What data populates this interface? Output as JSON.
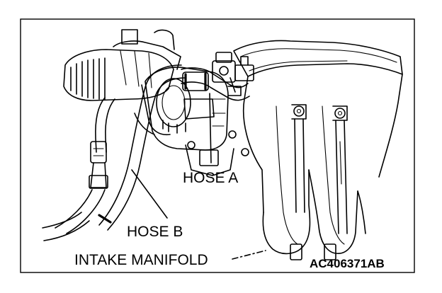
{
  "labels": {
    "hose_a": "HOSE A",
    "hose_b": "HOSE B",
    "intake_manifold": "INTAKE MANIFOLD",
    "figure_code": "AC406371AB"
  },
  "colors": {
    "ink": "#000000",
    "paper": "#ffffff"
  }
}
